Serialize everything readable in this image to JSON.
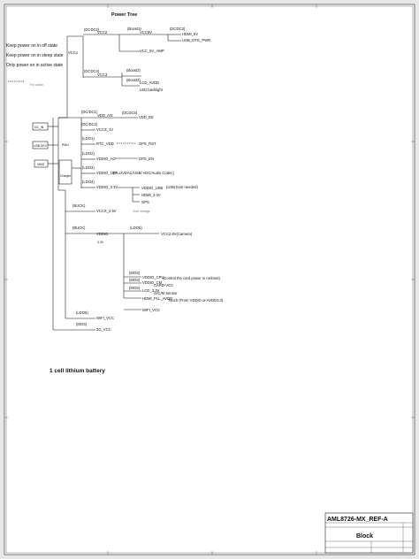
{
  "diagram": {
    "title": "Power Tree",
    "battery_label": "1 cell lithium battery",
    "legend": {
      "items": [
        "Keep power on in off state",
        "Keep power on in sleep state",
        "Only power on in active state"
      ],
      "optional_label": "For option"
    },
    "inputs": [
      "DC_IN",
      "USB DEV",
      "VBAT"
    ],
    "pmu_label": "PMU",
    "charger_label": "Charger",
    "vccx_label": "VCCx",
    "rails": {
      "dcdc2": "(DCDC2)",
      "vcc2": "VCC2",
      "boost1": "(Boost1)",
      "vcc5v": "VCC5V",
      "dcdc3": "(DCDC3)",
      "hdmi_5v": "HDMI_5V",
      "usb_otg_pwr": "USB_OTG_PWR",
      "vcc_5v_amp": "VCC_5V_AMP",
      "dcdc4": "(DCDC4)",
      "vcc3": "VCC3",
      "boost2": "(Boost2)",
      "boost3": "(Boost3)",
      "lcd_avdd": "LCD_AVDD",
      "led_backlight": "LED backlight",
      "dcdc_dc1": "(DC/DC1)",
      "vdd_ao": "VDD_AO",
      "dcdc5": "(DCDC5)",
      "vdd_ee": "VDD_EE",
      "dc_dc2": "(DC/DC2)",
      "vccx_1v": "VCCX_1V",
      "ldo1": "(LDO1)",
      "rtc_vdd": "RTC_VDD",
      "gps_rst": "GPS_RST",
      "ldo2": "(LDO2)",
      "vddio_ao": "VDDIO_AO",
      "gps_en": "GPS_EN",
      "ldo3": "(LDO3)",
      "vddio_18v": "VDDIO_18V",
      "vddio_18v_desc": "(PLL/VDAC/USB/ ADC/Audio Codec)",
      "ldo4": "(LDO4)",
      "vddio_33v": "VDDIO_3.3V",
      "vddio_usb": "VDDIO_USB",
      "hdmi_33v": "HDMI_3.3V",
      "gps": "GPS",
      "usb_boot": "(USB boot needed)",
      "buck_a": "(BUCK)",
      "vccx_25v": "VCCX_2.5V",
      "core_voltage": "Core Voltage",
      "buck_b": "(BUCK)",
      "ldo5": "(LDO5)",
      "vddio": "VDDIO",
      "vdd_28v_camera": "VCC2.8V(Camera)",
      "sim_3v3": "3.3V",
      "mos_a": "(MOS)",
      "vddio_cpu": "VDDIO_CPU",
      "mos_b": "(MOS)",
      "vddio_cm": "VDDIO_CM",
      "mos_c": "(MOS)",
      "card_note": "(Control the card power in runboot)",
      "card_vcc": "CARD-VCC",
      "lcd_33v": "LCD_3.3V",
      "gc_sensor": "G/C/M Sensor",
      "hdmi_pll_avdd": "HDMI_PLL_AVDD",
      "touch_note": "Touch (From VDDIO or AVDD3.3)",
      "ldo6": "(LDO6)",
      "wifi_vcc": "WIFI_VCC",
      "wifi_vcc_b": "WIFI_VCC",
      "mos_d": "(MOS)",
      "three_g_vcc": "3G_VCC"
    }
  },
  "title_block": {
    "project": "AML8726-MX_REF-A",
    "sheet_title": "Block"
  }
}
